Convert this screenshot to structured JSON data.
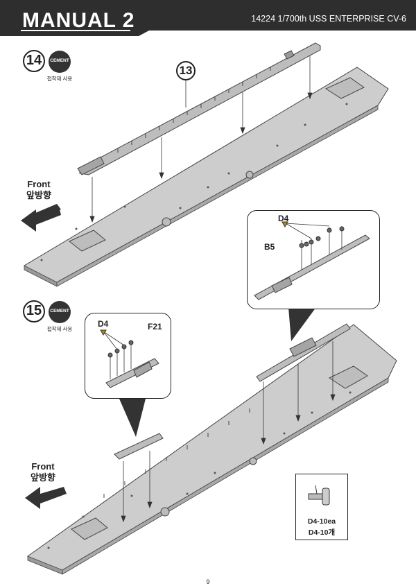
{
  "header": {
    "title": "MANUAL 2",
    "kit": "14224 1/700th USS ENTERPRISE CV-6"
  },
  "steps": [
    {
      "number": "14",
      "cement_label": "CEMENT",
      "cement_text": "접착제 사용",
      "front_en": "Front",
      "front_kr": "앞방향"
    },
    {
      "number": "15",
      "cement_label": "CEMENT",
      "cement_text": "접착제 사용",
      "front_en": "Front",
      "front_kr": "앞방향"
    }
  ],
  "part_ref": "13",
  "step14_inset": {
    "part_d4": "D4",
    "part_b5": "B5"
  },
  "step15_inset": {
    "part_d4": "D4",
    "part_f21": "F21"
  },
  "legend": {
    "line1": "D4-10ea",
    "line2": "D4-10개"
  },
  "page_number": "9"
}
